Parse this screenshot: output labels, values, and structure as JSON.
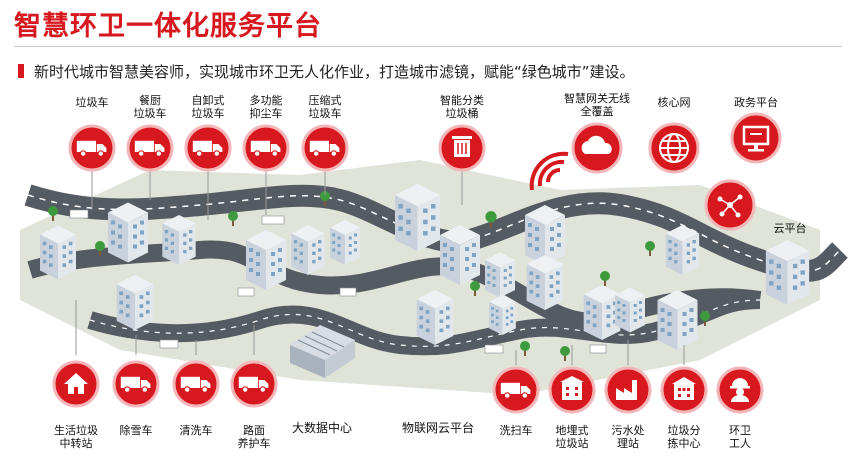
{
  "title": "智慧环卫一体化服务平台",
  "subtitle": "新时代城市智慧美容师，实现城市环卫无人化作业，打造城市滤镜，赋能“绿色城市”建设。",
  "top_icons": [
    {
      "label": "垃圾车",
      "icon": "truck-icon"
    },
    {
      "label": "餐厨\n垃圾车",
      "icon": "kitchen-truck-icon"
    },
    {
      "label": "自卸式\n垃圾车",
      "icon": "dump-truck-icon"
    },
    {
      "label": "多功能\n抑尘车",
      "icon": "dust-truck-icon"
    },
    {
      "label": "压缩式\n垃圾车",
      "icon": "compress-truck-icon"
    },
    {
      "label": "智能分类\n垃圾桶",
      "icon": "trash-bin-icon"
    }
  ],
  "network_icons": [
    {
      "label": "智慧网关无线\n全覆盖",
      "icon": "wireless-cloud-icon"
    },
    {
      "label": "核心网",
      "icon": "globe-icon"
    },
    {
      "label": "政务平台",
      "icon": "monitor-icon"
    },
    {
      "label": "云平台",
      "icon": "cloud-network-icon"
    }
  ],
  "bottom_icons": [
    {
      "label": "生活垃圾\n中转站",
      "icon": "house-icon"
    },
    {
      "label": "除雪车",
      "icon": "snow-truck-icon"
    },
    {
      "label": "清洗车",
      "icon": "wash-truck-icon"
    },
    {
      "label": "路面\n养护车",
      "icon": "road-truck-icon"
    },
    {
      "label": "洗扫车",
      "icon": "sweeper-icon"
    },
    {
      "label": "地埋式\n垃圾站",
      "icon": "underground-station-icon"
    },
    {
      "label": "污水处\n理站",
      "icon": "factory-icon"
    },
    {
      "label": "垃圾分\n拣中心",
      "icon": "sorting-center-icon"
    },
    {
      "label": "环卫\n工人",
      "icon": "worker-icon"
    }
  ],
  "center_labels": [
    "大数据中心",
    "物联网云平台"
  ],
  "colors": {
    "brand_red": "#d7181e",
    "road": "#555b63",
    "grass": "#cfd6c4"
  }
}
